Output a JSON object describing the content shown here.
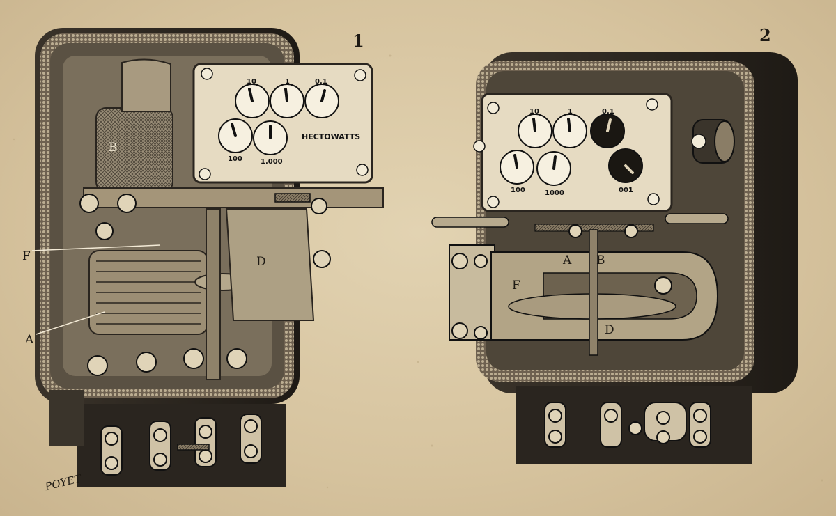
{
  "figures": [
    {
      "number": "1",
      "dial_unit": "HECTOWATTS",
      "dial_labels": [
        "10",
        "1",
        "0.1",
        "100",
        "1.000"
      ],
      "callouts": [
        "B",
        "F",
        "A",
        "D"
      ]
    },
    {
      "number": "2",
      "dial_labels": [
        "10",
        "1",
        "0.1",
        "100",
        "1000",
        "001"
      ],
      "callouts": [
        "A",
        "B",
        "F",
        "D"
      ]
    }
  ],
  "signature": "POYET",
  "icons": [
    "electricity-meter-open-case",
    "electricity-meter-closed-case"
  ],
  "colors": {
    "paper": "#d9c8a4",
    "ink": "#1e1a14",
    "dark": "#2c2720"
  }
}
